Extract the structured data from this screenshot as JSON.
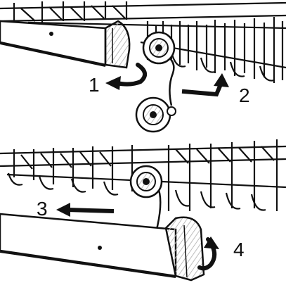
{
  "steps": [
    {
      "label": "1"
    },
    {
      "label": "2"
    },
    {
      "label": "3"
    },
    {
      "label": "4"
    }
  ],
  "colors": {
    "ink": "#111111",
    "paper": "#ffffff",
    "shade": "#cfcfcf"
  }
}
